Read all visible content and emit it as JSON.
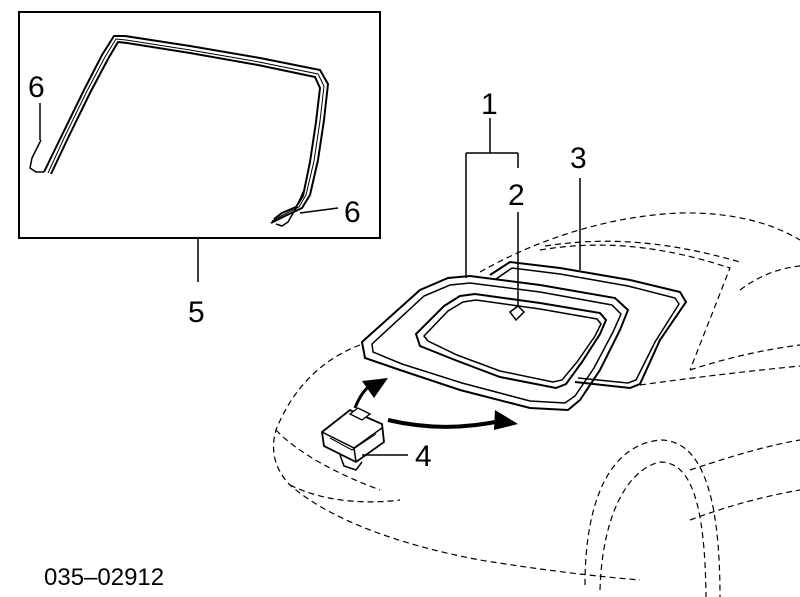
{
  "diagram": {
    "callouts": {
      "c1": "1",
      "c2": "2",
      "c3": "3",
      "c4": "4",
      "c5": "5",
      "c6_left": "6",
      "c6_right": "6"
    },
    "reference_code": "035–02912"
  }
}
